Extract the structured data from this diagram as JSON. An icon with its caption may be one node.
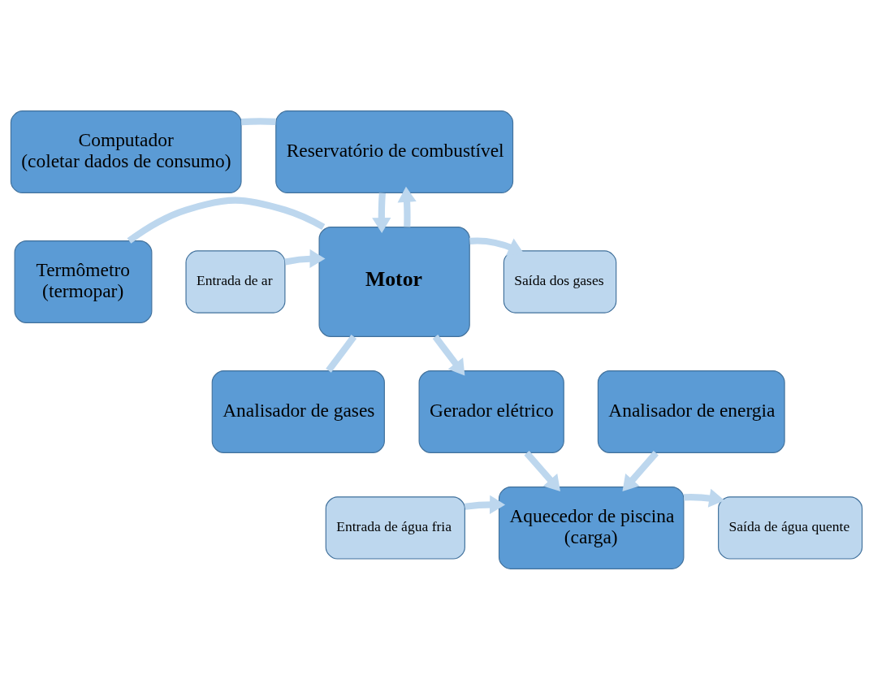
{
  "diagram": {
    "nodes": [
      {
        "text": [
          "Computador",
          "(coletar dados de consumo)"
        ]
      },
      {
        "text": [
          "Reservatório de combustível"
        ]
      },
      {
        "text": [
          "Analisador de gases"
        ]
      },
      {
        "text": [
          "Termômetro",
          "(termopar)"
        ]
      },
      {
        "text": [
          "Entrada de ar"
        ]
      },
      {
        "text": [
          "Motor"
        ]
      },
      {
        "text": [
          "Saída dos gases"
        ]
      },
      {
        "text": [
          "Analisador de energia"
        ]
      },
      {
        "text": [
          "Gerador elétrico"
        ]
      },
      {
        "text": [
          "Entrada de água fria"
        ]
      },
      {
        "text": [
          "Aquecedor de piscina",
          "(carga)"
        ]
      },
      {
        "text": [
          "Saída de água quente"
        ]
      }
    ],
    "edges": [
      {
        "from": 0,
        "to": 1,
        "arrow": "none"
      },
      {
        "from": 1,
        "to": 5,
        "arrow": "to"
      },
      {
        "from": 5,
        "to": 1,
        "arrow": "to"
      },
      {
        "from": 3,
        "to": 5,
        "arrow": "none"
      },
      {
        "from": 4,
        "to": 5,
        "arrow": "to"
      },
      {
        "from": 5,
        "to": 6,
        "arrow": "to"
      },
      {
        "from": 5,
        "to": 2,
        "arrow": "none"
      },
      {
        "from": 5,
        "to": 8,
        "arrow": "to"
      },
      {
        "from": 8,
        "to": 10,
        "arrow": "to"
      },
      {
        "from": 7,
        "to": 10,
        "arrow": "to"
      },
      {
        "from": 9,
        "to": 10,
        "arrow": "to"
      },
      {
        "from": 10,
        "to": 11,
        "arrow": "to"
      }
    ]
  }
}
